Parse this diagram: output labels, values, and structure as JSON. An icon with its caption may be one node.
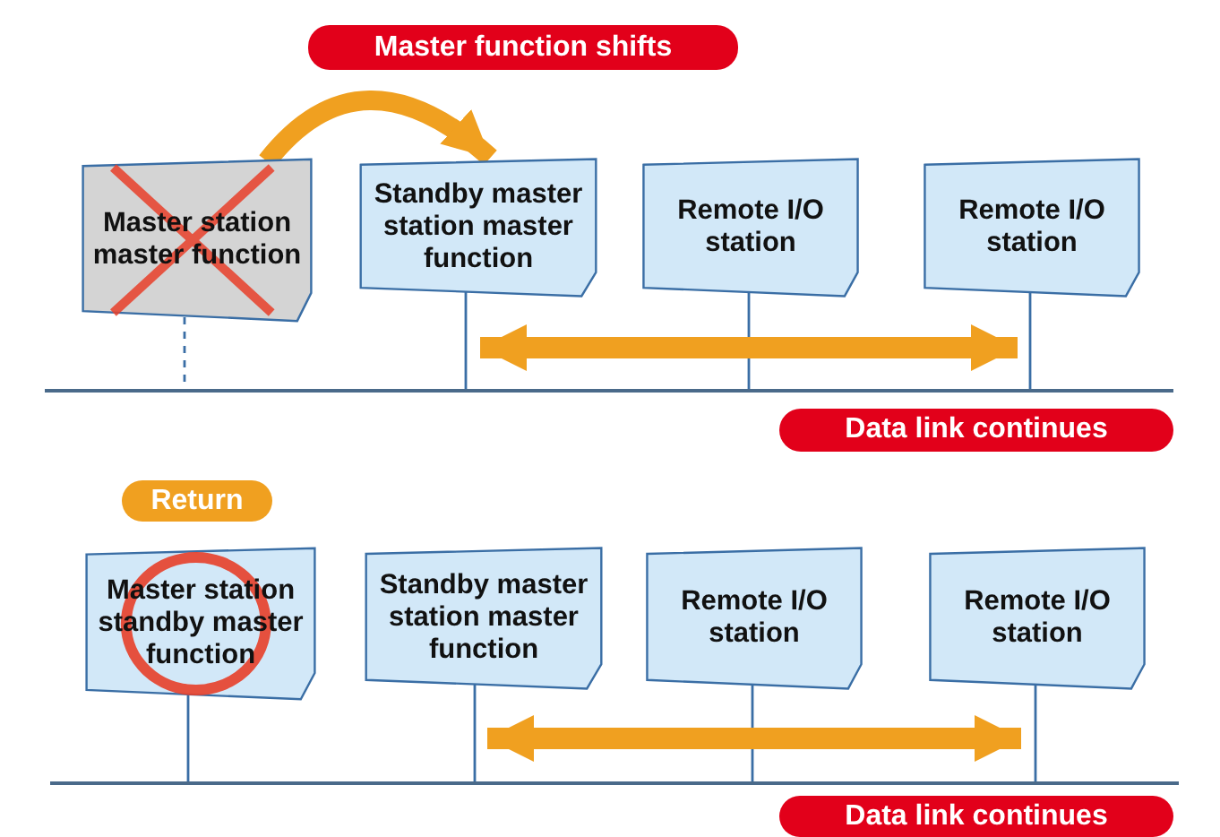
{
  "diagram": {
    "nodes": [
      {
        "text": [
          "Master function shifts"
        ]
      },
      {
        "text": [
          "Master station master function"
        ]
      },
      {
        "text": [
          "Standby master station master function"
        ]
      },
      {
        "text": [
          "Remote I/O station"
        ]
      },
      {
        "text": [
          "Remote I/O station"
        ]
      },
      {
        "text": [
          "Data link continues"
        ]
      },
      {
        "text": [
          "Return"
        ]
      },
      {
        "text": [
          "Master station standby master function"
        ]
      },
      {
        "text": [
          "Standby master station master function"
        ]
      },
      {
        "text": [
          "Remote I/O station"
        ]
      },
      {
        "text": [
          "Remote I/O station"
        ]
      },
      {
        "text": [
          "Data link continues"
        ]
      },
      {
        "text": [],
        "shape": "bar"
      },
      {
        "text": [],
        "shape": "bar"
      }
    ],
    "edges": [
      {
        "from": 1,
        "to": 2,
        "arrow": "to",
        "style": "thick",
        "color": "#f0a020"
      },
      {
        "from": 1,
        "to": 12,
        "arrow": "none",
        "style": "dashed"
      },
      {
        "from": 2,
        "to": 12,
        "arrow": "none"
      },
      {
        "from": 3,
        "to": 12,
        "arrow": "none"
      },
      {
        "from": 4,
        "to": 12,
        "arrow": "none"
      },
      {
        "from": 7,
        "to": 13,
        "arrow": "none"
      },
      {
        "from": 8,
        "to": 13,
        "arrow": "none"
      },
      {
        "from": 9,
        "to": 13,
        "arrow": "none"
      },
      {
        "from": 10,
        "to": 13,
        "arrow": "none"
      }
    ]
  }
}
